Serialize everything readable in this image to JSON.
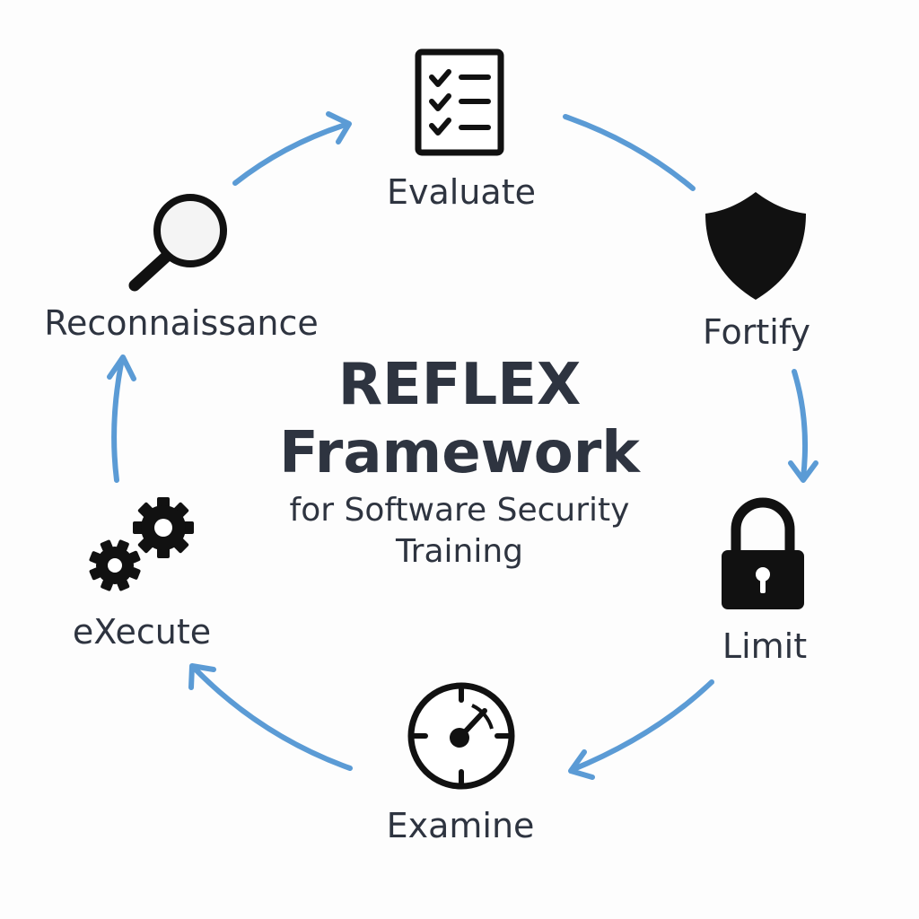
{
  "title": {
    "line1": "REFLEX",
    "line2": "Framework",
    "subtitle_line1": "for Software Security",
    "subtitle_line2": "Training"
  },
  "steps": [
    {
      "label": "Reconnaissance",
      "icon": "magnifier-icon"
    },
    {
      "label": "Evaluate",
      "icon": "checklist-icon"
    },
    {
      "label": "Fortify",
      "icon": "shield-icon"
    },
    {
      "label": "Limit",
      "icon": "padlock-icon"
    },
    {
      "label": "Examine",
      "icon": "gauge-icon"
    },
    {
      "label": "eXecute",
      "icon": "gears-icon"
    }
  ],
  "colors": {
    "arrow": "#5b9bd5",
    "icon": "#111111",
    "text": "#2e3440",
    "background": "#fdfdfd"
  }
}
